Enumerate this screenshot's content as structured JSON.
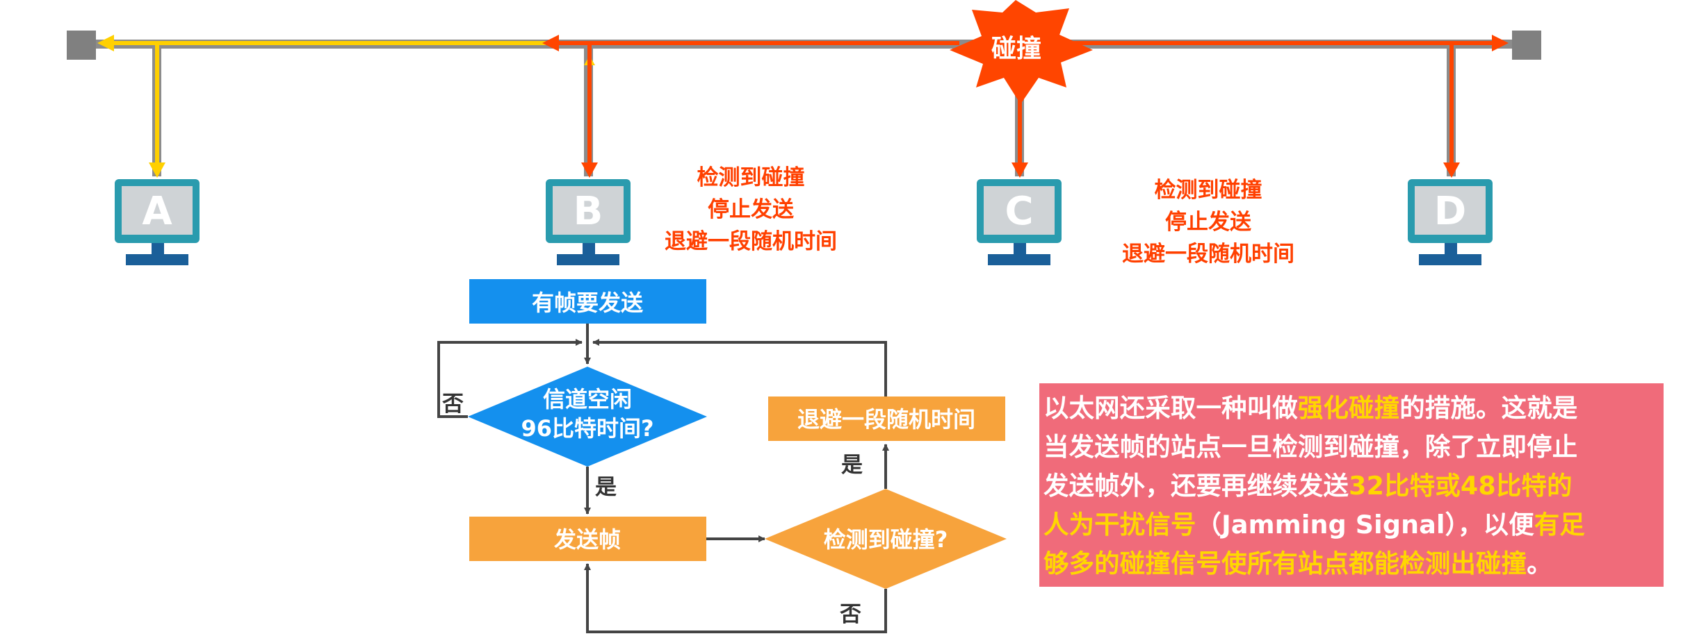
{
  "colors": {
    "bus": "#8c8c8c",
    "signal_yellow": "#ffd000",
    "signal_red": "#ff4500",
    "monitor_frame": "#2a9bae",
    "monitor_screen": "#cfd3d6",
    "monitor_stand": "#1a5f99",
    "flow_blue": "#1490ee",
    "flow_orange": "#f7a33c",
    "note_bg": "#f06b7a",
    "note_highlight": "#ffd700"
  },
  "stations": [
    "A",
    "B",
    "C",
    "D"
  ],
  "collision": {
    "label": "碰撞",
    "icon": "explosion-burst-icon"
  },
  "annotations": {
    "b": [
      "检测到碰撞",
      "停止发送",
      "退避一段随机时间"
    ],
    "c": [
      "检测到碰撞",
      "停止发送",
      "退避一段随机时间"
    ]
  },
  "flowchart": {
    "start": "有帧要发送",
    "check_idle": [
      "信道空闲",
      "96比特时间?"
    ],
    "no_label": "否",
    "yes_label": "是",
    "send": "发送帧",
    "detect": "检测到碰撞?",
    "backoff": "退避一段随机时间",
    "detect_yes_label": "是",
    "detect_no_label": "否"
  },
  "note": {
    "segments": [
      {
        "text": "以太网还采取一种叫做",
        "highlight": false
      },
      {
        "text": "强化碰撞",
        "highlight": true
      },
      {
        "text": "的措施。这就是",
        "highlight": false
      },
      {
        "text": "当发送帧的站点一旦检测到碰撞，除了立即停止",
        "highlight": false
      },
      {
        "text": "发送帧外，还要再继续发送",
        "highlight": false
      },
      {
        "text": "32比特或48比特的",
        "highlight": true
      },
      {
        "text": "人为干扰信号",
        "highlight": true
      },
      {
        "text": "（Jamming Signal），以便",
        "highlight": false
      },
      {
        "text": "有足",
        "highlight": true
      },
      {
        "text": "够多的碰撞信号使所有站点都能检测出碰撞",
        "highlight": true
      },
      {
        "text": "。",
        "highlight": false
      }
    ]
  }
}
